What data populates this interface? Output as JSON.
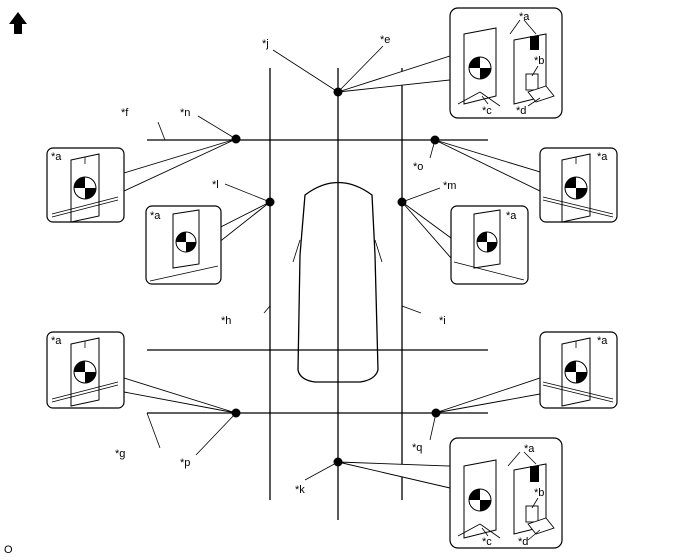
{
  "labels": {
    "a": "*a",
    "b": "*b",
    "c": "*c",
    "d": "*d",
    "e": "*e",
    "f": "*f",
    "g": "*g",
    "h": "*h",
    "i": "*i",
    "j": "*j",
    "k": "*k",
    "l": "*l",
    "m": "*m",
    "n": "*n",
    "o": "*o",
    "p": "*p",
    "q": "*q"
  },
  "figure_code": "O",
  "icons": {
    "front_direction": "up-arrow-icon"
  }
}
